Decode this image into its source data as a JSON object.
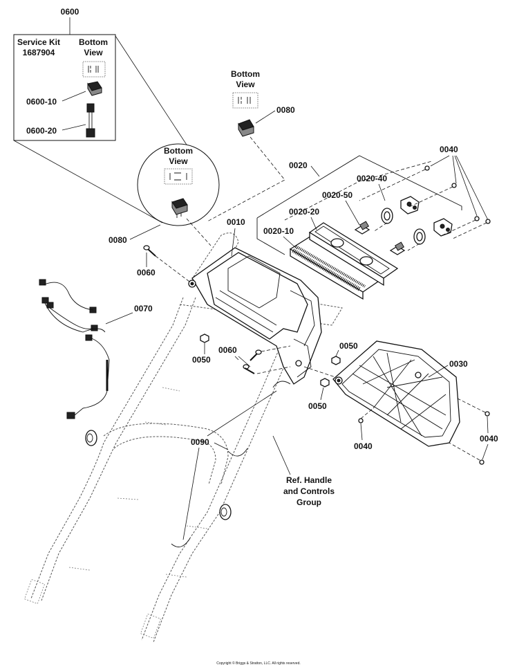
{
  "service_kit": {
    "callout": "0600",
    "title_line1": "Service Kit",
    "title_line2": "1687904",
    "bottom_view_line1": "Bottom",
    "bottom_view_line2": "View",
    "items": [
      "0600-10",
      "0600-20"
    ]
  },
  "bottom_views": [
    {
      "line1": "Bottom",
      "line2": "View"
    },
    {
      "line1": "Bottom",
      "line2": "View"
    }
  ],
  "callouts": {
    "switch_a": "0080",
    "switch_b": "0080",
    "air_filter_assy": "0020",
    "filter_element": "0020-10",
    "filter_frame": "0020-20",
    "filter_light": "0020-50",
    "filter_cap": "0020-40",
    "screws_top": "0040",
    "housing": "0010",
    "pin_top": "0060",
    "wire_harness": "0070",
    "nut_left": "0050",
    "pins_mid": "0060",
    "nut_mid": "0050",
    "cover": "0030",
    "nut_right": "0050",
    "screw_bottom_a": "0040",
    "screw_bottom_b": "0040",
    "clips": "0090"
  },
  "reference_note": {
    "line1": "Ref. Handle",
    "line2": "and Controls",
    "line3": "Group"
  },
  "copyright": "Copyright © Briggs & Stratton, LLC. All rights reserved."
}
